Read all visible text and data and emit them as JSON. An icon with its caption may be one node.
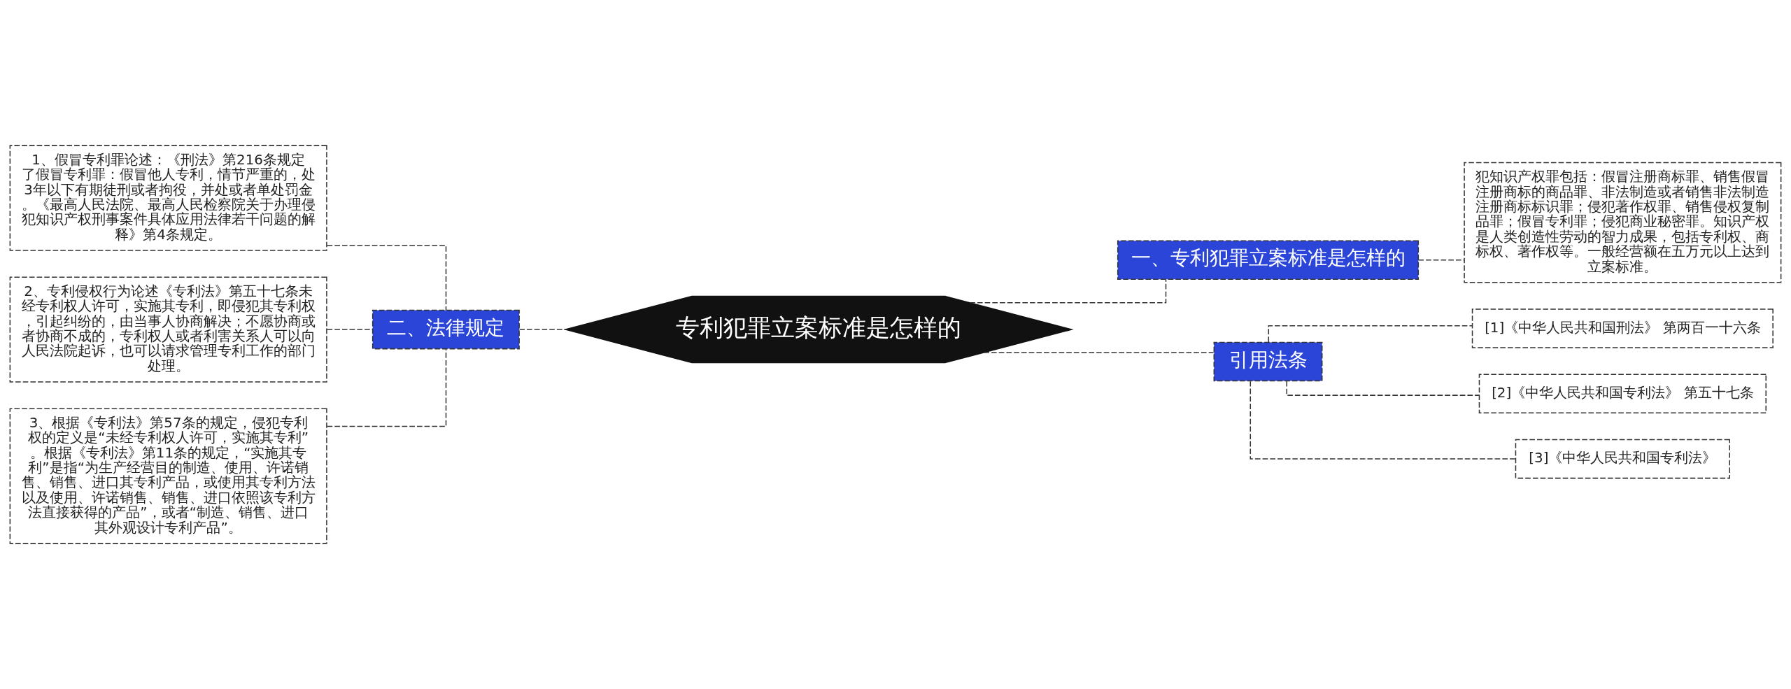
{
  "diagram": {
    "nodes": [
      {
        "text": [
          "专利犯罪立案标准是怎样的"
        ]
      },
      {
        "text": [
          "一、专利犯罪立案标准是怎样的"
        ]
      },
      {
        "text": [
          "犯知识产权罪包括：假冒注册商标罪、销售假冒注册商标的商品罪、非法制造或者销售非法制造注册商标标识罪；侵犯著作权罪、销售侵权复制品罪；假冒专利罪；侵犯商业秘密罪。知识产权是人类创造性劳动的智力成果，包括专利权、商标权、著作权等。一般经营额在五万元以上达到立案标准。"
        ]
      },
      {
        "text": [
          "引用法条"
        ]
      },
      {
        "text": [
          "[1]《中华人民共和国刑法》 第两百一十六条"
        ]
      },
      {
        "text": [
          "[2]《中华人民共和国专利法》 第五十七条"
        ]
      },
      {
        "text": [
          "[3]《中华人民共和国专利法》"
        ]
      },
      {
        "text": [
          "二、法律规定"
        ]
      },
      {
        "text": [
          "1、假冒专利罪论述：《刑法》第216条规定了假冒专利罪：假冒他人专利，情节严重的，处3年以下有期徒刑或者拘役，并处或者单处罚金。《最高人民法院、最高人民检察院关于办理侵犯知识产权刑事案件具体应用法律若干问题的解释》第4条规定。"
        ]
      },
      {
        "text": [
          "2、专利侵权行为论述《专利法》第五十七条未经专利权人许可，实施其专利，即侵犯其专利权，引起纠纷的，由当事人协商解决；不愿协商或者协商不成的，专利权人或者利害关系人可以向人民法院起诉，也可以请求管理专利工作的部门处理。"
        ]
      },
      {
        "text": [
          "3、根据《专利法》第57条的规定，侵犯专利权的定义是“未经专利权人许可，实施其专利”。根据《专利法》第11条的规定，“实施其专利”是指“为生产经营目的制造、使用、许诺销售、销售、进口其专利产品，或使用其专利方法以及使用、许诺销售、销售、进口依照该专利方法直接获得的产品”，或者“制造、销售、进口其外观设计专利产品”。"
        ]
      }
    ],
    "edges": [
      {
        "from": 0,
        "to": 1,
        "arrow": "none",
        "style": "dashed"
      },
      {
        "from": 1,
        "to": 2,
        "arrow": "none",
        "style": "dashed"
      },
      {
        "from": 0,
        "to": 3,
        "arrow": "none",
        "style": "dashed"
      },
      {
        "from": 3,
        "to": 4,
        "arrow": "none",
        "style": "dashed"
      },
      {
        "from": 3,
        "to": 5,
        "arrow": "none",
        "style": "dashed"
      },
      {
        "from": 3,
        "to": 6,
        "arrow": "none",
        "style": "dashed"
      },
      {
        "from": 0,
        "to": 7,
        "arrow": "none",
        "style": "dashed"
      },
      {
        "from": 7,
        "to": 8,
        "arrow": "none",
        "style": "dashed"
      },
      {
        "from": 7,
        "to": 9,
        "arrow": "none",
        "style": "dashed"
      },
      {
        "from": 7,
        "to": 10,
        "arrow": "none",
        "style": "dashed"
      }
    ]
  }
}
